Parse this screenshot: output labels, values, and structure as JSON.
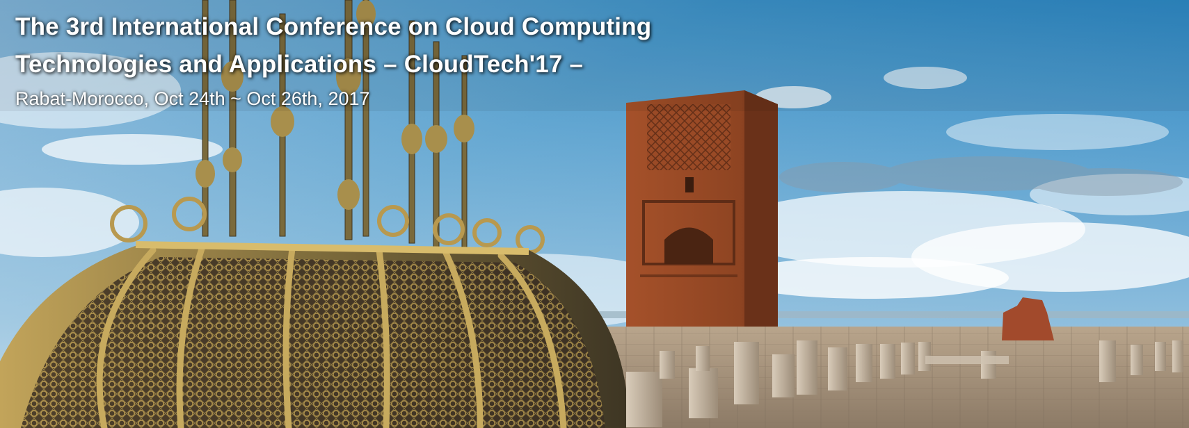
{
  "banner": {
    "title_line_1": "The 3rd International Conference on Cloud Computing",
    "title_line_2": "Technologies and Applications – CloudTech'17 –",
    "subtitle": "Rabat-Morocco, Oct 24th ~ Oct 26th, 2017",
    "colors": {
      "text": "#ffffff",
      "sky": "#2a8cc4",
      "tower": "#9a4a26",
      "brass": "#8a7a3e"
    },
    "scene": {
      "subject": "Hassan Tower and mausoleum lantern, Rabat",
      "elements": [
        "sky-with-clouds",
        "hassan-tower",
        "brass-lantern-dome",
        "column-stubs",
        "stone-plaza",
        "ruin-fragment"
      ]
    }
  }
}
